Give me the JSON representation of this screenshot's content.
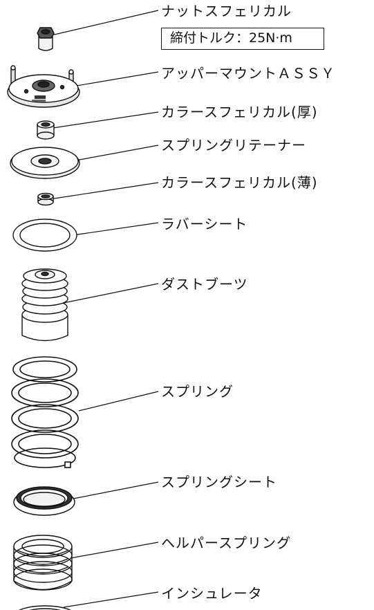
{
  "parts": [
    {
      "label": "ナットスフェリカル"
    },
    {
      "label": "アッパーマウントＡＳＳＹ"
    },
    {
      "label": "カラースフェリカル(厚)"
    },
    {
      "label": "スプリングリテーナー"
    },
    {
      "label": "カラースフェリカル(薄)"
    },
    {
      "label": "ラバーシート"
    },
    {
      "label": "ダストブーツ"
    },
    {
      "label": "スプリング"
    },
    {
      "label": "スプリングシート"
    },
    {
      "label": "ヘルパースプリング"
    },
    {
      "label": "インシュレータ"
    }
  ],
  "torque_note": "締付トルク：25N·m"
}
